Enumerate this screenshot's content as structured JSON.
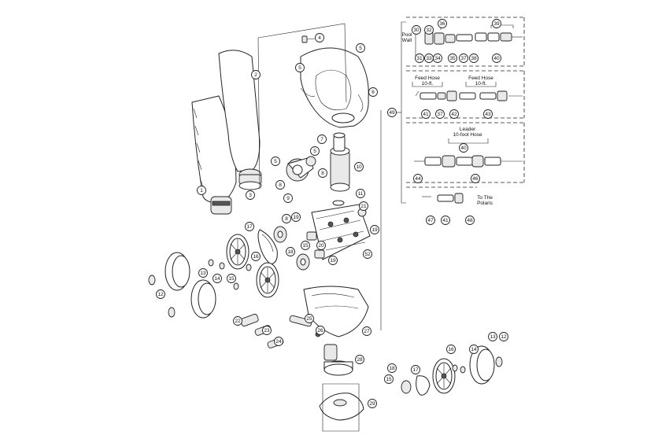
{
  "diagram": {
    "texts": {
      "pool_wall": [
        "Pool",
        "Wall"
      ],
      "feed_hose_1": [
        "Feed Hose",
        "10-ft."
      ],
      "feed_hose_2": [
        "Feed Hose",
        "10-ft."
      ],
      "leader": [
        "Leader",
        "10-foot Hose"
      ],
      "to_polaris": [
        "To The",
        "Polaris"
      ]
    },
    "callouts": [
      {
        "id": "c1",
        "num": "1"
      },
      {
        "id": "c2",
        "num": "2"
      },
      {
        "id": "c3",
        "num": "3"
      },
      {
        "id": "c4",
        "num": "4"
      },
      {
        "id": "c5a",
        "num": "5"
      },
      {
        "id": "c5b",
        "num": "5"
      },
      {
        "id": "c5c",
        "num": "5"
      },
      {
        "id": "c5d",
        "num": "5"
      },
      {
        "id": "c6",
        "num": "6"
      },
      {
        "id": "c7",
        "num": "7"
      },
      {
        "id": "c8a",
        "num": "8"
      },
      {
        "id": "c8b",
        "num": "8"
      },
      {
        "id": "c8c",
        "num": "8"
      },
      {
        "id": "c9",
        "num": "9"
      },
      {
        "id": "c10",
        "num": "10"
      },
      {
        "id": "c11",
        "num": "11"
      },
      {
        "id": "c12a",
        "num": "12"
      },
      {
        "id": "c12b",
        "num": "12"
      },
      {
        "id": "c13a",
        "num": "13"
      },
      {
        "id": "c13b",
        "num": "13"
      },
      {
        "id": "c14a",
        "num": "14"
      },
      {
        "id": "c14b",
        "num": "14"
      },
      {
        "id": "c15a",
        "num": "15"
      },
      {
        "id": "c15b",
        "num": "15"
      },
      {
        "id": "c15c",
        "num": "15"
      },
      {
        "id": "c16a",
        "num": "16"
      },
      {
        "id": "c16b",
        "num": "16"
      },
      {
        "id": "c17a",
        "num": "17"
      },
      {
        "id": "c17b",
        "num": "17"
      },
      {
        "id": "c18a",
        "num": "18"
      },
      {
        "id": "c18b",
        "num": "18"
      },
      {
        "id": "c19a",
        "num": "19"
      },
      {
        "id": "c19b",
        "num": "19"
      },
      {
        "id": "c19c",
        "num": "19"
      },
      {
        "id": "c20",
        "num": "20"
      },
      {
        "id": "c21",
        "num": "21"
      },
      {
        "id": "c22",
        "num": "22"
      },
      {
        "id": "c23",
        "num": "23"
      },
      {
        "id": "c24",
        "num": "24"
      },
      {
        "id": "c25",
        "num": "25"
      },
      {
        "id": "c26",
        "num": "26"
      },
      {
        "id": "c27",
        "num": "27"
      },
      {
        "id": "c28",
        "num": "28"
      },
      {
        "id": "c29",
        "num": "29"
      },
      {
        "id": "c30",
        "num": "30"
      },
      {
        "id": "c31",
        "num": "31"
      },
      {
        "id": "c32",
        "num": "32"
      },
      {
        "id": "c33",
        "num": "33"
      },
      {
        "id": "c34",
        "num": "34"
      },
      {
        "id": "c35",
        "num": "35"
      },
      {
        "id": "c36",
        "num": "36"
      },
      {
        "id": "c37a",
        "num": "37"
      },
      {
        "id": "c37b",
        "num": "37"
      },
      {
        "id": "c38",
        "num": "38"
      },
      {
        "id": "c39",
        "num": "39"
      },
      {
        "id": "c40",
        "num": "40"
      },
      {
        "id": "c40b",
        "num": "40"
      },
      {
        "id": "c41a",
        "num": "41"
      },
      {
        "id": "c41b",
        "num": "41"
      },
      {
        "id": "c42",
        "num": "42"
      },
      {
        "id": "c43",
        "num": "43"
      },
      {
        "id": "c44",
        "num": "44"
      },
      {
        "id": "c46",
        "num": "46"
      },
      {
        "id": "c47",
        "num": "47"
      },
      {
        "id": "c48",
        "num": "48"
      },
      {
        "id": "c49",
        "num": "49"
      },
      {
        "id": "c52",
        "num": "52"
      }
    ]
  }
}
